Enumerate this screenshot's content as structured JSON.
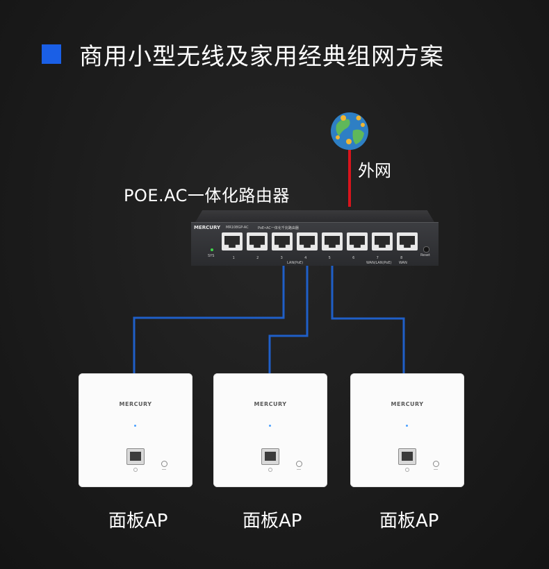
{
  "title": "商用小型无线及家用经典组网方案",
  "wan_label": "外网",
  "router_label": "POE.AC一体化路由器",
  "router": {
    "brand": "MERCURY",
    "model": "MR108GP-AC",
    "model_sub": "PoE•AC一体化千兆路由器",
    "sys_label": "SYS",
    "reset_label": "Reset",
    "port_numbers": [
      "1",
      "2",
      "3",
      "4",
      "5",
      "6",
      "7",
      "8"
    ],
    "lan_label": "LAN(PoE)",
    "wanlan_label": "WAN/LAN(PoE)",
    "wan_port_label": "WAN"
  },
  "aps": [
    {
      "brand": "MERCURY",
      "label": "面板AP"
    },
    {
      "brand": "MERCURY",
      "label": "面板AP"
    },
    {
      "brand": "MERCURY",
      "label": "面板AP"
    }
  ],
  "colors": {
    "accent": "#1a5fe6",
    "wan_line": "#d8141c",
    "lan_line": "#1f5fc8"
  }
}
